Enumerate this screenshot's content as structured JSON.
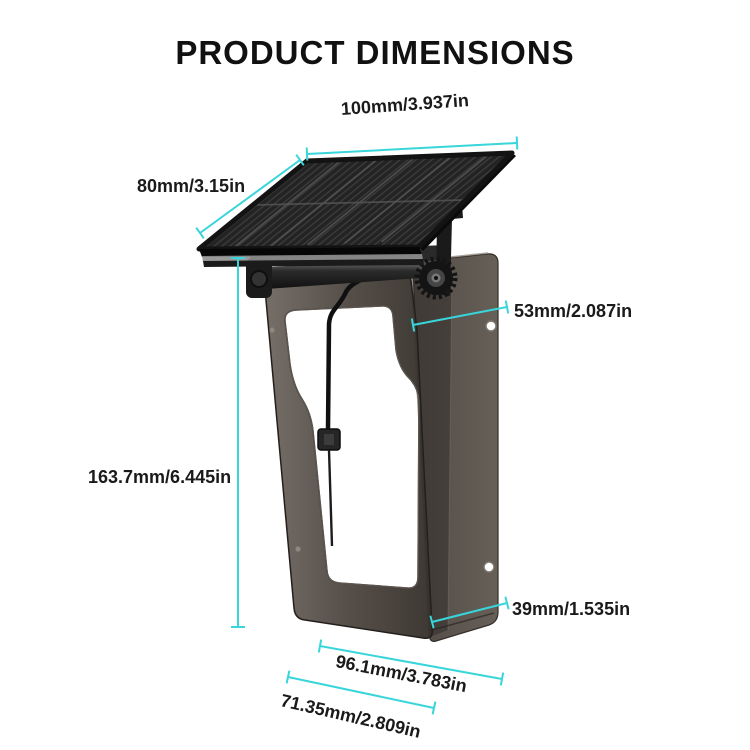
{
  "page": {
    "title": "PRODUCT DIMENSIONS",
    "background": "#ffffff"
  },
  "style": {
    "accent_color": "#38d5da",
    "label_color": "#1a1a1a",
    "title_color": "#111111"
  },
  "product": {
    "subject": "solar panel on hinged wall-mount bracket"
  },
  "dimensions": {
    "panel_width": {
      "label": "100mm/3.937in",
      "mm": 100,
      "in": 3.937
    },
    "panel_depth": {
      "label": "80mm/3.15in",
      "mm": 80,
      "in": 3.15
    },
    "bracket_depth": {
      "label": "53mm/2.087in",
      "mm": 53,
      "in": 2.087
    },
    "bracket_height": {
      "label": "163.7mm/6.445in",
      "mm": 163.7,
      "in": 6.445
    },
    "base_depth": {
      "label": "39mm/1.535in",
      "mm": 39,
      "in": 1.535
    },
    "base_width": {
      "label": "96.1mm/3.783in",
      "mm": 96.1,
      "in": 3.783
    },
    "base_inner_width": {
      "label": "71.35mm/2.809in",
      "mm": 71.35,
      "in": 2.809
    }
  }
}
